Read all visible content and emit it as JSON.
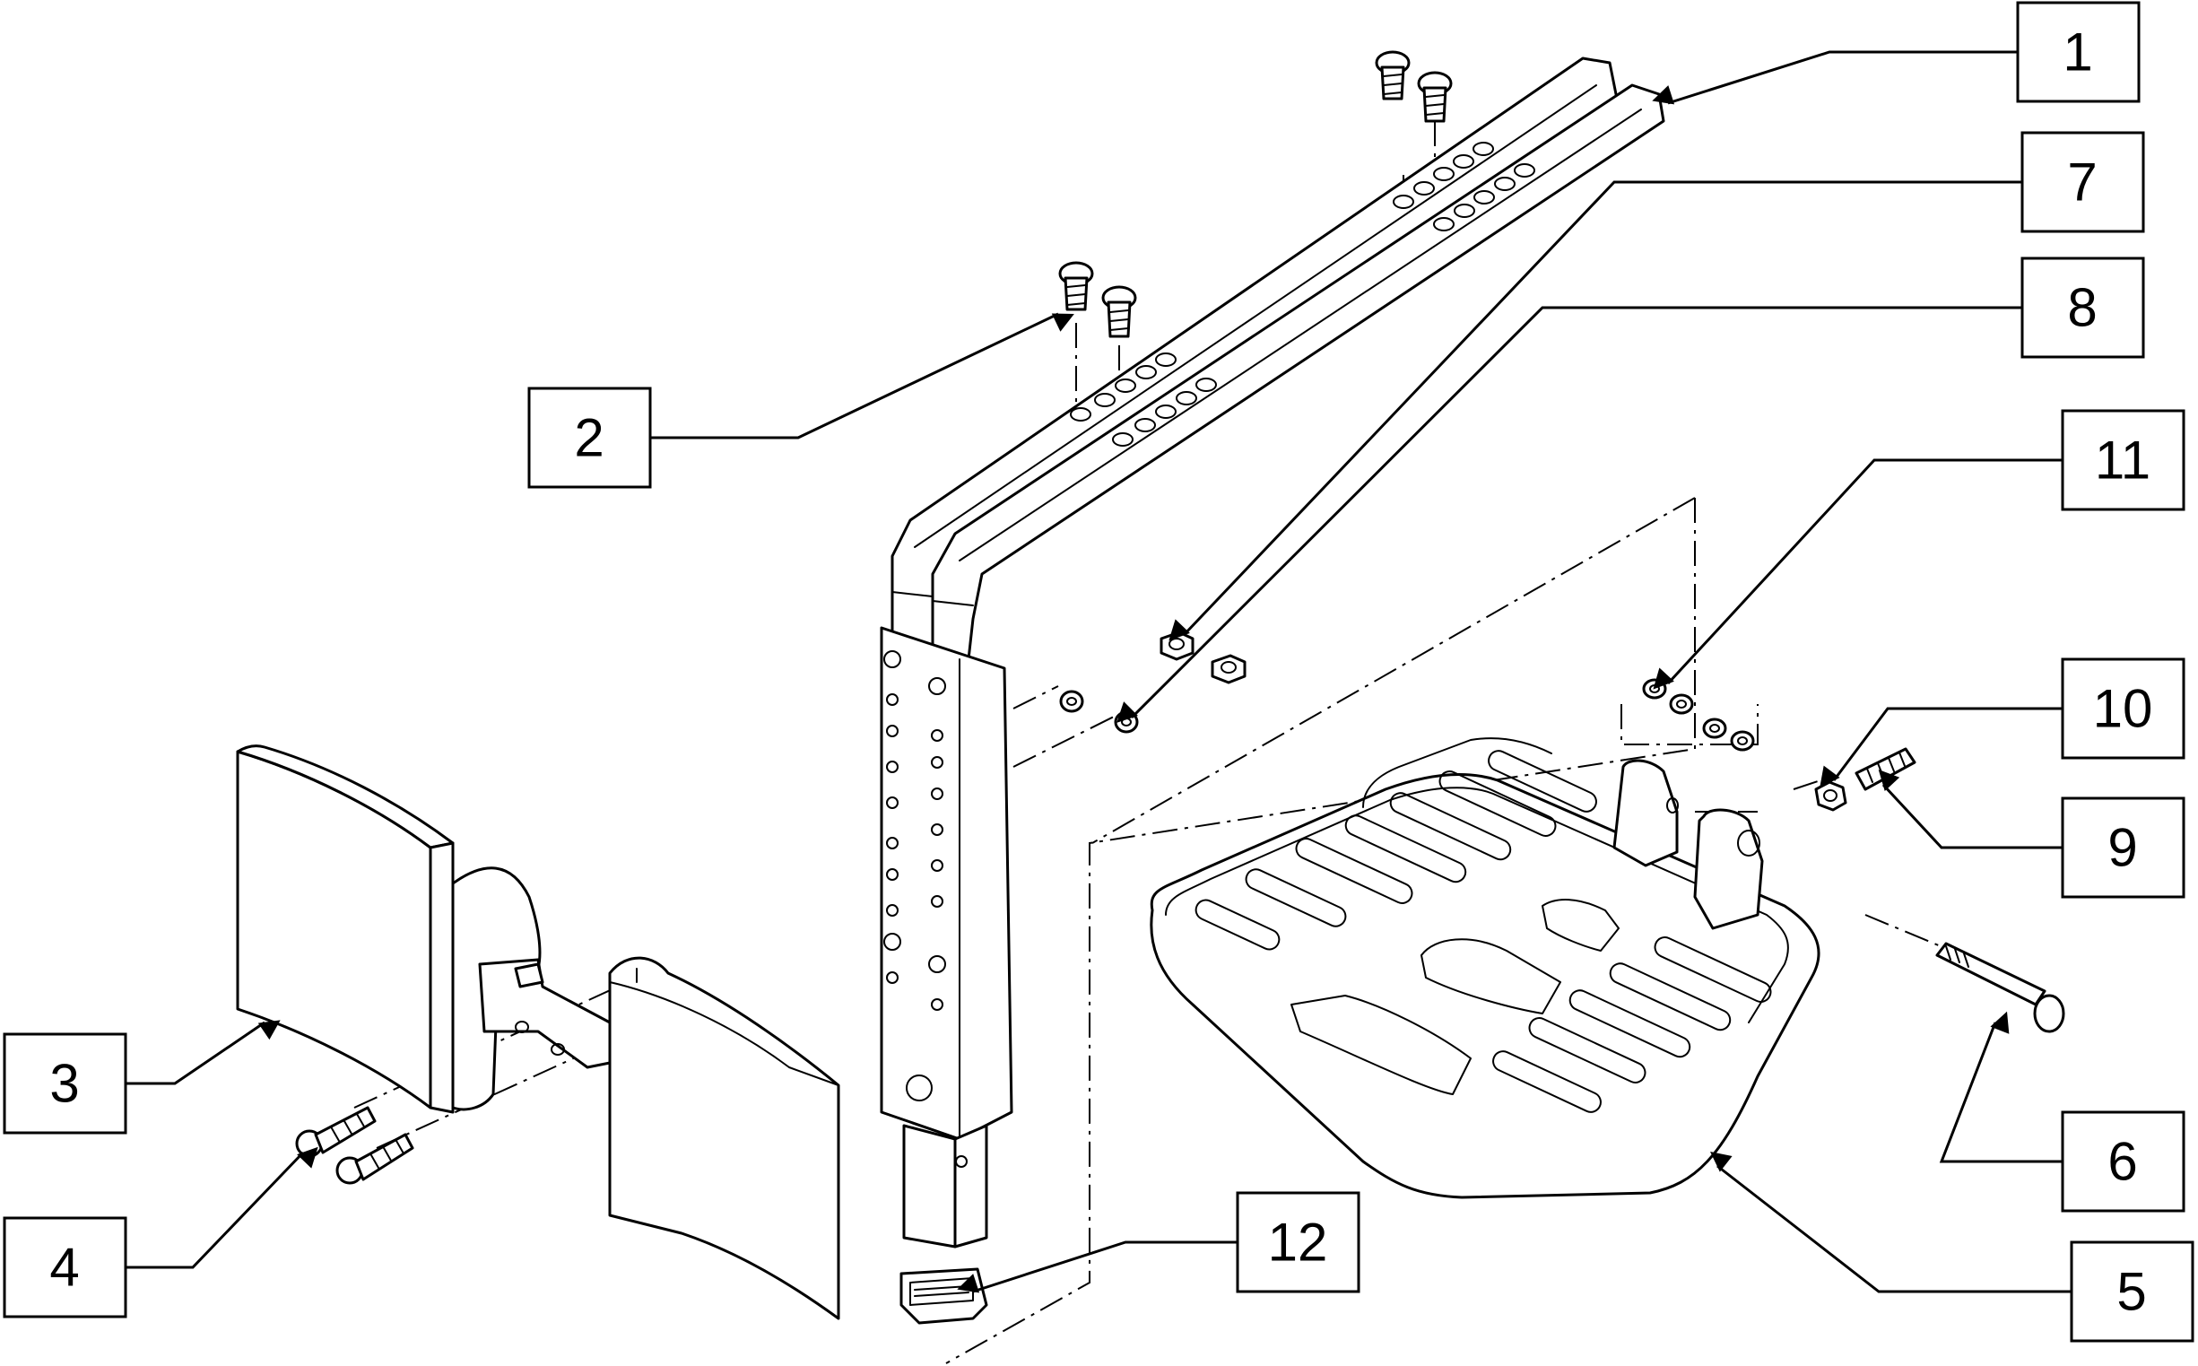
{
  "callouts": [
    {
      "number": "1",
      "part": "frame-arm-pair"
    },
    {
      "number": "2",
      "part": "arm-screw"
    },
    {
      "number": "3",
      "part": "calf-pad"
    },
    {
      "number": "4",
      "part": "pad-screw"
    },
    {
      "number": "5",
      "part": "footplate"
    },
    {
      "number": "6",
      "part": "pivot-bolt"
    },
    {
      "number": "7",
      "part": "lock-nut"
    },
    {
      "number": "8",
      "part": "washer"
    },
    {
      "number": "9",
      "part": "set-screw"
    },
    {
      "number": "10",
      "part": "hex-nut"
    },
    {
      "number": "11",
      "part": "spacer-washer"
    },
    {
      "number": "12",
      "part": "end-cap"
    }
  ]
}
